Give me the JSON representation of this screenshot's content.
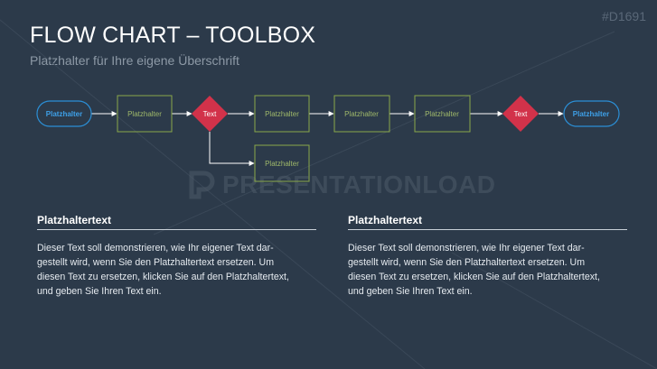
{
  "slide": {
    "code": "#D1691",
    "title": "FLOW CHART – TOOLBOX",
    "subtitle": "Platzhalter für Ihre eigene Überschrift",
    "watermark": "PRESENTATIONLOAD"
  },
  "flow": {
    "start_label": "Platzhalter",
    "box1_label": "Platzhalter",
    "decision1_label": "Text",
    "box2_label": "Platzhalter",
    "box3_label": "Platzhalter",
    "box4_label": "Platzhalter",
    "decision2_label": "Text",
    "end_label": "Platzhalter",
    "branch_label": "Platzhalter"
  },
  "columns": [
    {
      "heading": "Platzhaltertext",
      "lines": [
        "Dieser Text soll demonstrieren, wie Ihr eigener Text dar-",
        "gestellt wird, wenn Sie den Platzhaltertext ersetzen. Um",
        "diesen Text zu ersetzen, klicken Sie auf den Platzhaltertext,",
        "und geben Sie Ihren Text ein."
      ]
    },
    {
      "heading": "Platzhaltertext",
      "lines": [
        "Dieser Text soll demonstrieren, wie Ihr eigener Text dar-",
        "gestellt wird, wenn Sie den Platzhaltertext ersetzen. Um",
        "diesen Text zu ersetzen, klicken Sie auf den Platzhaltertext,",
        "und geben Sie Ihren Text ein."
      ]
    }
  ],
  "colors": {
    "background": "#2c3a4a",
    "terminal_stroke": "#2b8fd6",
    "terminal_text": "#3ea0e8",
    "process_stroke": "#8aa84a",
    "process_text": "#9fb86a",
    "decision_fill": "#d2324a",
    "connector": "#ffffff"
  }
}
